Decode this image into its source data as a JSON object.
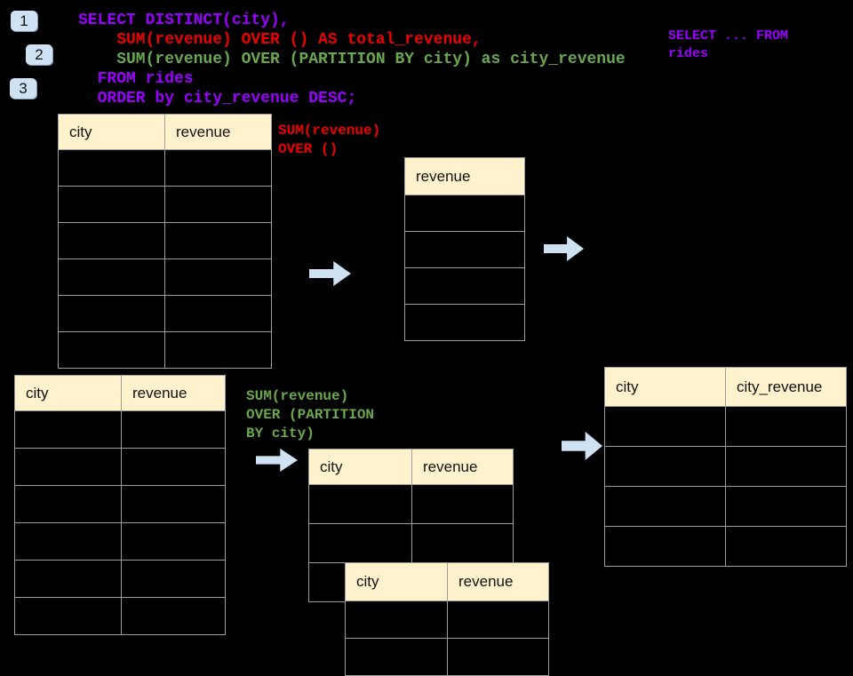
{
  "colors": {
    "background": "#000000",
    "purple": "#9900ff",
    "red": "#ee0000",
    "green": "#6aa84f",
    "header_fill": "#fff2cc",
    "arrow_fill": "#cfe2f3",
    "badge_fill": "#cfe2f3",
    "table_border": "#9e9e9e"
  },
  "badges": [
    {
      "label": "1"
    },
    {
      "label": "2"
    },
    {
      "label": "3"
    }
  ],
  "sql_code": {
    "lines": [
      {
        "text": "SELECT DISTINCT(city),",
        "color_key": "purple"
      },
      {
        "text": "    SUM(revenue) OVER () AS total_revenue,",
        "color_key": "red"
      },
      {
        "text": "    SUM(revenue) OVER (PARTITION BY city) as city_revenue",
        "color_key": "green"
      },
      {
        "text": "  FROM rides",
        "color_key": "purple"
      },
      {
        "text": "  ORDER by city_revenue DESC;",
        "color_key": "purple"
      }
    ]
  },
  "annotations": {
    "total_revenue_label": {
      "color_key": "red",
      "lines": [
        "SUM(revenue)",
        "OVER ()"
      ]
    },
    "partition_label": {
      "color_key": "green",
      "lines": [
        "SUM(revenue)",
        "OVER (PARTITION",
        "BY city)"
      ]
    },
    "from_rides_label": {
      "color_key": "purple",
      "lines": [
        "SELECT ... FROM",
        "rides"
      ]
    }
  },
  "tables": {
    "source_full": {
      "headers": [
        "city",
        "revenue"
      ],
      "empty_rows": 6
    },
    "total_revenue_result": {
      "headers": [
        "revenue"
      ],
      "empty_rows": 4
    },
    "source_partition": {
      "headers": [
        "city",
        "revenue"
      ],
      "empty_rows": 6
    },
    "partition_group_1": {
      "headers": [
        "city",
        "revenue"
      ],
      "empty_rows": 3
    },
    "partition_group_2": {
      "headers": [
        "city",
        "revenue"
      ],
      "empty_rows": 2
    },
    "city_revenue_result": {
      "headers": [
        "city",
        "city_revenue"
      ],
      "empty_rows": 4
    }
  }
}
